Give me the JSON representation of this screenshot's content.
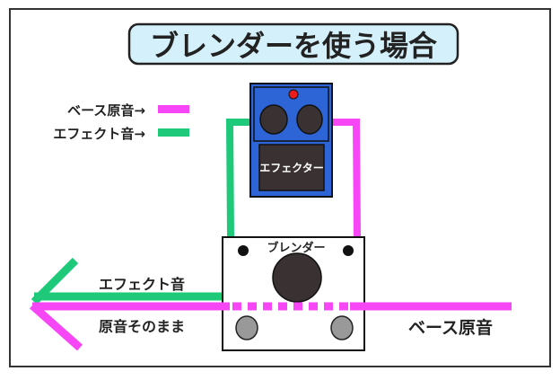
{
  "title": "ブレンダーを使う場合",
  "legend": [
    {
      "label": "ベース原音→",
      "color": "#f746f5"
    },
    {
      "label": "エフェクト音→",
      "color": "#1fc97a"
    }
  ],
  "effector": {
    "label": "エフェクター",
    "color": "#2d64d6"
  },
  "blender": {
    "label": "ブレンダー"
  },
  "labels": {
    "effect_sound": "エフェクト音",
    "original_as_is": "原音そのまま",
    "bass_original": "ベース原音"
  },
  "colors": {
    "original": "#f746f5",
    "effect": "#1fc97a",
    "title_bg": "#d4f0fb",
    "knob": "#3a3232",
    "footswitch": "#999999"
  }
}
